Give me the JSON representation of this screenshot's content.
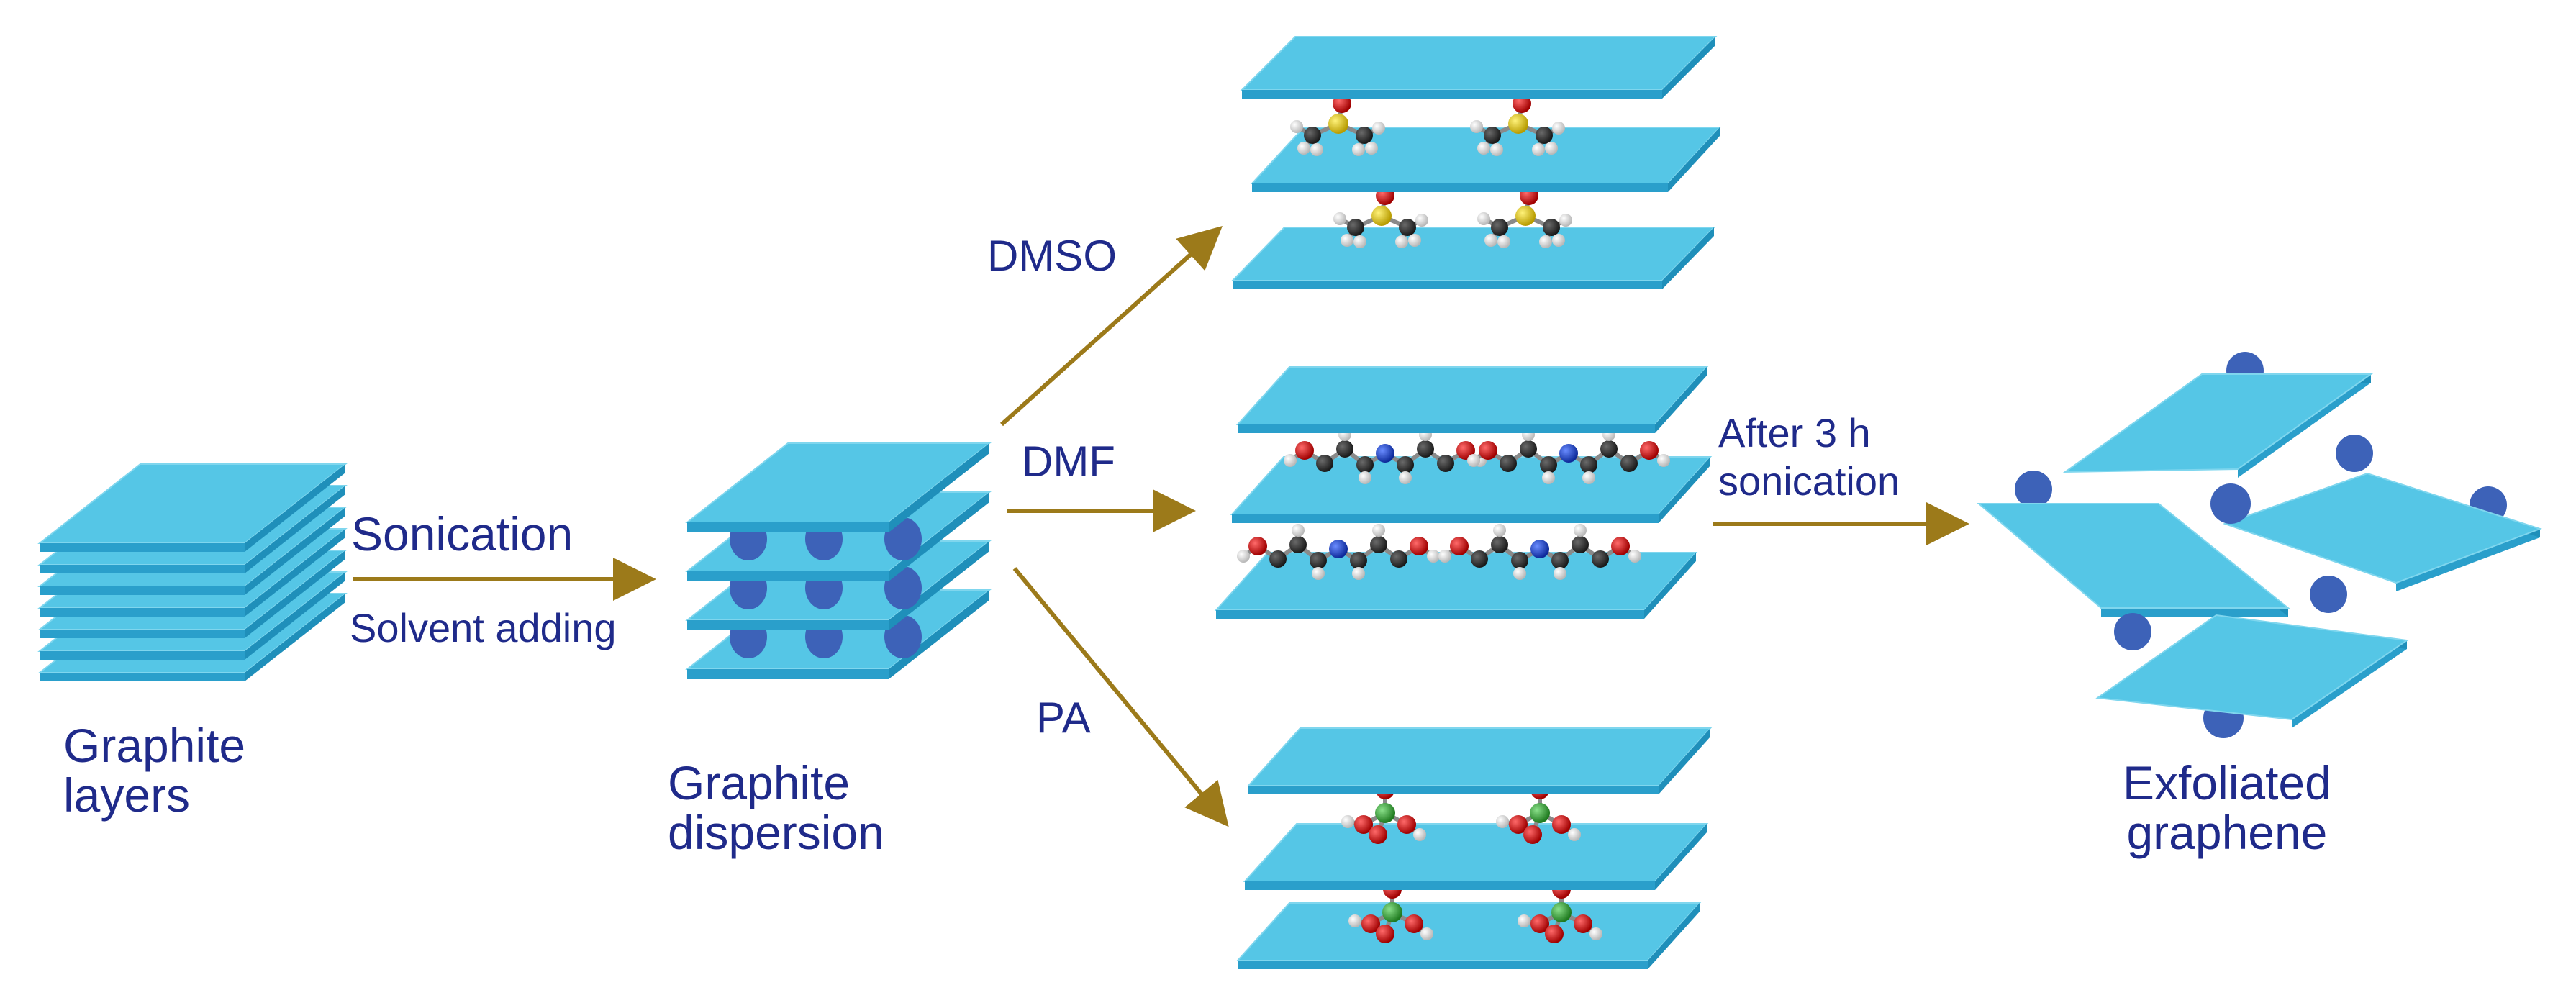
{
  "labels": {
    "graphite_layers": [
      "Graphite",
      "layers"
    ],
    "sonication": "Sonication",
    "solvent_adding": "Solvent adding",
    "graphite_dispersion": [
      "Graphite",
      "dispersion"
    ],
    "dmso": "DMSO",
    "dmf": "DMF",
    "pa": "PA",
    "after_sonication": [
      "After 3 h",
      "sonication"
    ],
    "exfoliated_graphene": [
      "Exfoliated",
      "graphene"
    ]
  },
  "colors": {
    "sheet_top": "#55c6e6",
    "sheet_edge": "#2a9fcb",
    "dot": "#3d62b8",
    "arrow": "#9c7a1a",
    "text": "#1f2a8a",
    "atom_carbon": "#2b2b2b",
    "atom_hydrogen": "#e8e8e8",
    "atom_oxygen": "#d01818",
    "atom_sulfur": "#e6cc12",
    "atom_nitrogen": "#1b3fc8",
    "atom_phosphorus": "#3aa83a"
  }
}
